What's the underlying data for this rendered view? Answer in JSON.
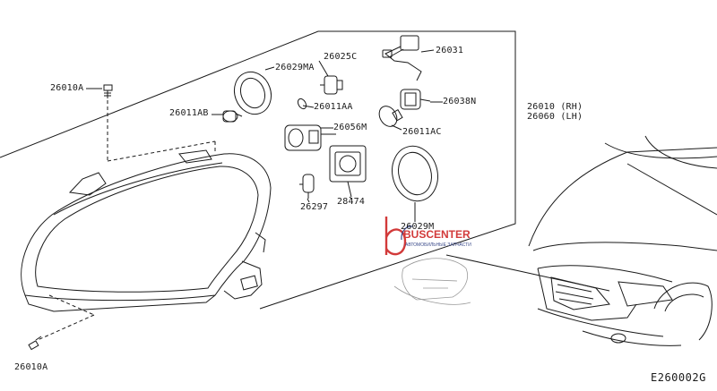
{
  "callouts": {
    "bolt_top": "26010A",
    "bolt_bottom": "26010A",
    "ring_upper": "26029MA",
    "ring_lower": "26029M",
    "bulb_left": "26011AB",
    "cap_socket": "26025C",
    "small_bulb": "26011AA",
    "harness": "26031",
    "socket_right": "26038N",
    "bulb_right": "26011AC",
    "unit_cap": "26056M",
    "ballast": "28474",
    "bulb_bottom": "26297",
    "assembly_rh": "26010 (RH)",
    "assembly_lh": "26060 (LH)"
  },
  "diagram_code": "E260002G",
  "watermark": {
    "brand": "BUSCENTER",
    "tagline": "АВТОМОБИЛЬНЫЕ ЗАПЧАСТИ"
  },
  "colors": {
    "line": "#1a1a1a",
    "watermark_red": "#d23a3a",
    "watermark_blue": "#3a4a8a"
  }
}
